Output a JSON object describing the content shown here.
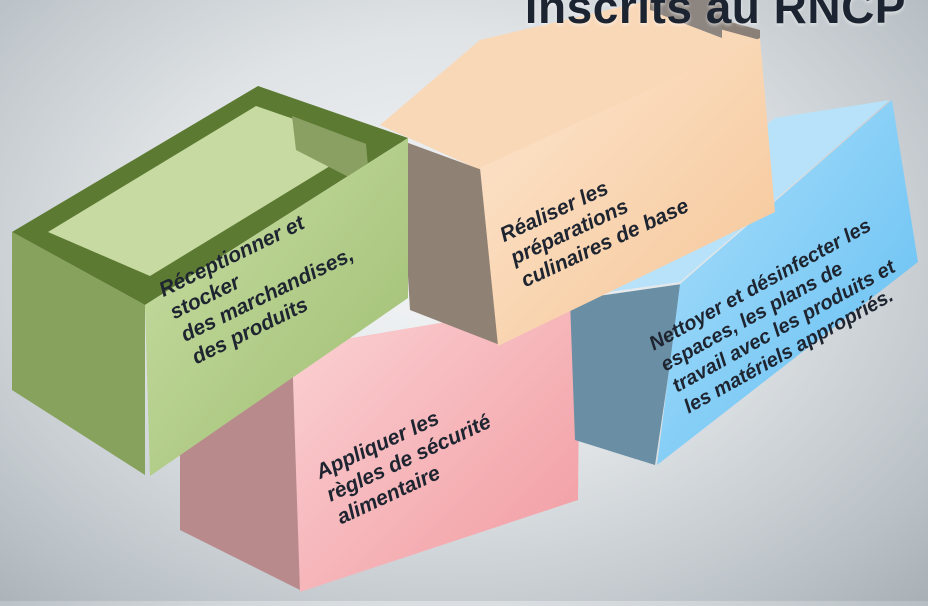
{
  "header": {
    "title": "inscrits au RNCP"
  },
  "blocks": [
    {
      "id": "receptionner",
      "lines": [
        "Réceptionner et",
        "stocker",
        "des marchandises,",
        "des produits"
      ],
      "color": "#a8c47e"
    },
    {
      "id": "realiser",
      "lines": [
        "Réaliser les",
        "préparations",
        "culinaires de base"
      ],
      "color": "#f7cfa6"
    },
    {
      "id": "nettoyer",
      "lines": [
        "Nettoyer et désinfecter les",
        "espaces, les plans de",
        "travail avec les produits et",
        "les matériels appropriés."
      ],
      "color": "#74c8f5"
    },
    {
      "id": "appliquer",
      "lines": [
        "Appliquer les",
        "règles de sécurité",
        "alimentaire"
      ],
      "color": "#f3a7ab"
    }
  ]
}
